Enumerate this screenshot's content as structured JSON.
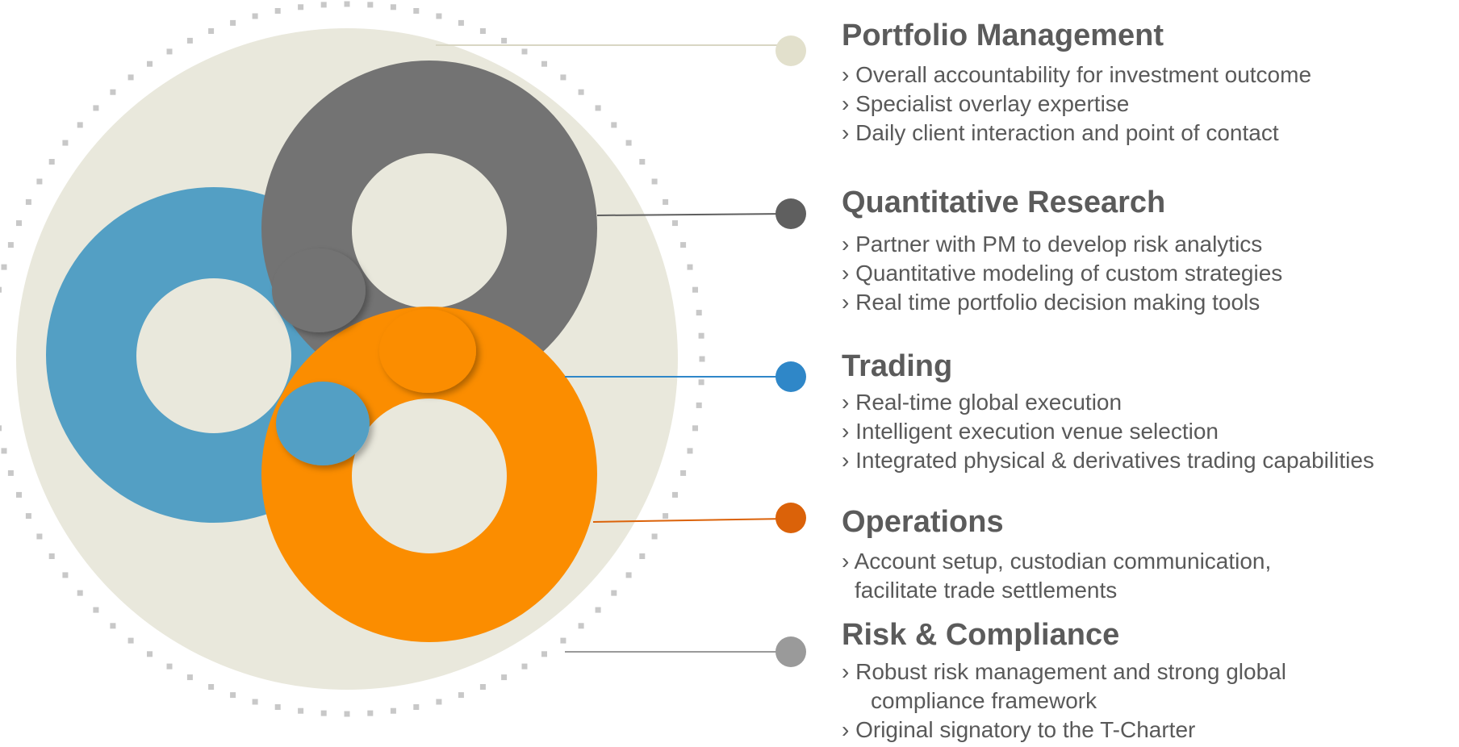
{
  "colors": {
    "background_disc": "#e9e8dc",
    "dots": "#c8c8c8",
    "blue_ring": "#539fc4",
    "gray_ring": "#737373",
    "orange_ring": "#fb8d00",
    "ring_hole": "#e8e7da",
    "portfolio_marker": "#e2e0cc",
    "quant_marker": "#5f5f5f",
    "trading_marker": "#2f87c8",
    "operations_marker": "#db6209",
    "risk_marker": "#9a9a9a",
    "title_text": "#5b5b5b",
    "body_text": "#595959"
  },
  "sections": [
    {
      "title": "Portfolio Management",
      "bullets": [
        "› Overall accountability for investment outcome",
        "› Specialist overlay expertise",
        "› Daily client interaction and point of contact"
      ]
    },
    {
      "title": "Quantitative Research",
      "bullets": [
        "› Partner with PM to develop risk analytics",
        "› Quantitative modeling of custom strategies",
        "› Real time portfolio decision making tools"
      ]
    },
    {
      "title": "Trading",
      "bullets": [
        "› Real-time global execution",
        "› Intelligent execution venue selection",
        "› Integrated physical & derivatives trading capabilities"
      ]
    },
    {
      "title": "Operations",
      "bullets": [
        "› Account setup, custodian communication,",
        "facilitate trade settlements"
      ]
    },
    {
      "title": "Risk & Compliance",
      "bullets": [
        "› Robust risk management and strong global",
        "compliance framework",
        "› Original signatory to the T-Charter"
      ]
    }
  ]
}
